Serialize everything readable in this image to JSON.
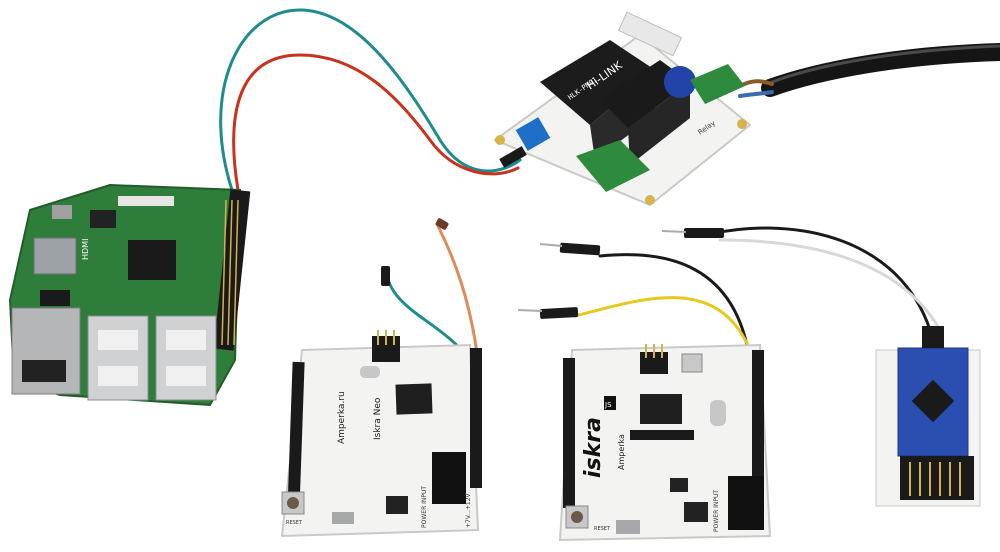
{
  "colors": {
    "background": "#ffffff",
    "pcb_green": "#2f7d3a",
    "board_white": "#f3f3f1",
    "relay_black": "#1c1c1c",
    "wire_red": "#c8321e",
    "wire_teal": "#1e8c8c",
    "wire_yellow": "#e6c81e",
    "wire_black": "#1a1a1a",
    "wire_orange": "#e08a5a",
    "pro_mini_blue": "#2b4fb0"
  },
  "relay_module": {
    "brand": "Hi-LINK",
    "model": "HLK-PM01",
    "module_label": "Relay"
  },
  "iskra_neo": {
    "site": "Amperka.ru",
    "name": "Iskra Neo",
    "power_label": "POWER INPUT",
    "reset_label": "RESET",
    "voltage_label": "+7V...+12V"
  },
  "iskra_js": {
    "logo": "iskra",
    "badge": "JS",
    "brand": "Amperka",
    "power_label": "POWER INPUT",
    "reset_label": "RESET"
  },
  "raspberry_pi": {
    "hdmi_label": "HDMI"
  }
}
